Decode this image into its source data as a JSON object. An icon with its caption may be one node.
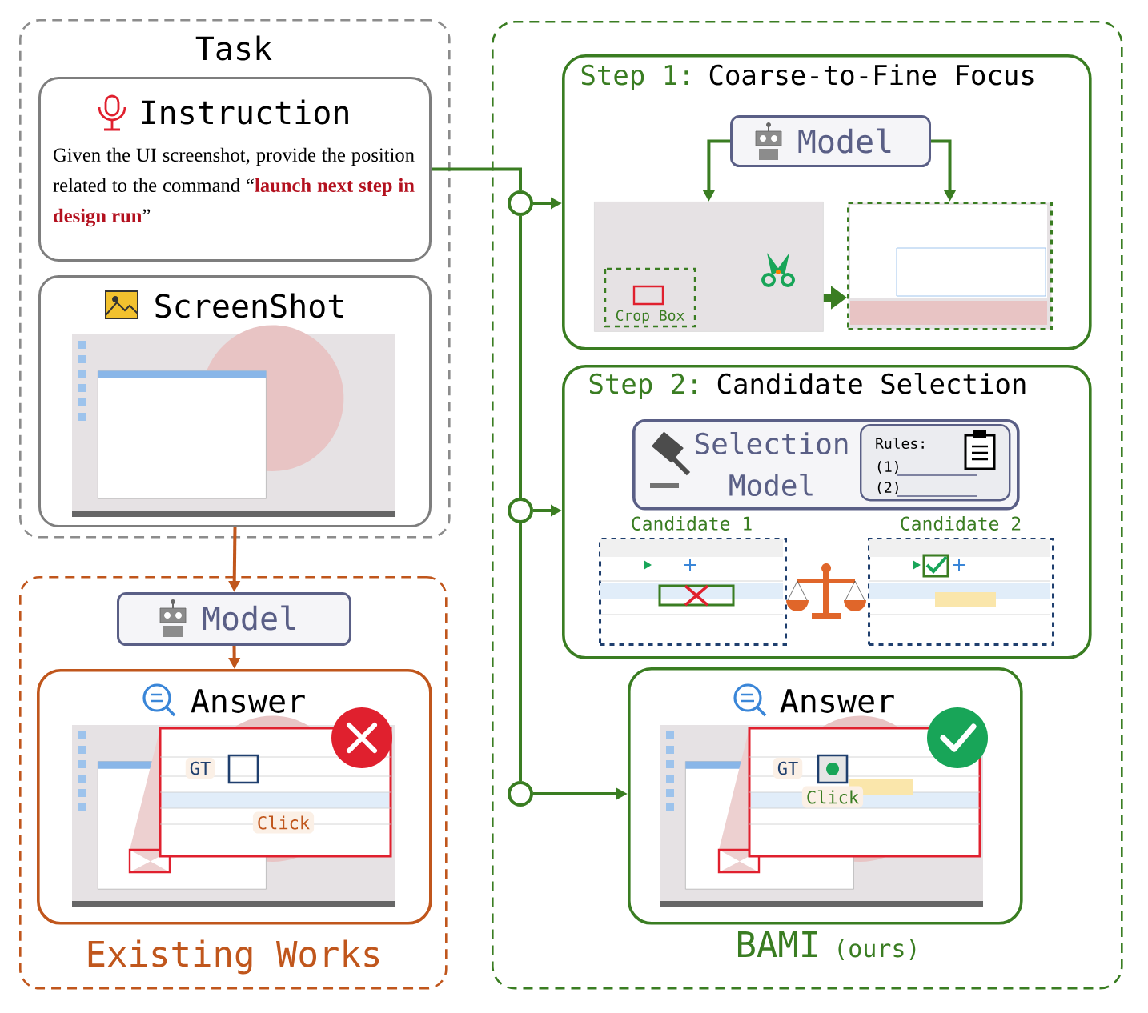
{
  "diagram": {
    "nodes": [
      {
        "text": [
          "Task"
        ]
      },
      {
        "text": [
          "Instruction",
          "Given the UI screenshot, provide the position related to the command “**launch next step in design run**”"
        ],
        "in": 0
      },
      {
        "text": [
          "ScreenShot"
        ],
        "in": 0
      },
      {
        "text": [
          "Existing Works"
        ]
      },
      {
        "text": [
          "Model"
        ],
        "in": 3
      },
      {
        "text": [
          "Answer"
        ],
        "in": 3
      },
      {
        "text": [
          "BAMI",
          "(ours)"
        ]
      },
      {
        "text": [
          "Step 1:",
          "Coarse-to-Fine Focus"
        ],
        "in": 6
      },
      {
        "text": [
          "Model"
        ],
        "in": 7
      },
      {
        "text": [],
        "shape": "picture",
        "in": 7
      },
      {
        "text": [],
        "shape": "picture",
        "in": 7
      },
      {
        "text": [
          "Step 2:",
          "Candidate Selection"
        ],
        "in": 6
      },
      {
        "text": [
          "Selection Model"
        ],
        "in": 11
      },
      {
        "text": [
          "Rules:",
          "(1)",
          "(2)"
        ],
        "in": 12
      },
      {
        "text": [
          "Candidate 1"
        ],
        "in": 11
      },
      {
        "text": [
          "Candidate 2"
        ],
        "in": 11
      },
      {
        "text": [
          "Answer"
        ],
        "in": 6
      },
      {
        "text": [],
        "shape": "circle",
        "in": 6
      },
      {
        "text": [],
        "shape": "circle",
        "in": 6
      },
      {
        "text": [],
        "shape": "circle",
        "in": 6
      }
    ],
    "edges": [
      {
        "from": 1,
        "to": 17,
        "arrow": "none"
      },
      {
        "from": 17,
        "to": 7,
        "arrow": "to"
      },
      {
        "from": 17,
        "to": 18,
        "arrow": "none"
      },
      {
        "from": 18,
        "to": 11,
        "arrow": "to"
      },
      {
        "from": 18,
        "to": 19,
        "arrow": "none"
      },
      {
        "from": 19,
        "to": 16,
        "arrow": "to"
      },
      {
        "from": 2,
        "to": 4,
        "arrow": "to",
        "color": "#c0561c"
      },
      {
        "from": 4,
        "to": 5,
        "arrow": "to",
        "color": "#c0561c"
      },
      {
        "from": 8,
        "to": 9,
        "arrow": "to"
      },
      {
        "from": 8,
        "to": 10,
        "arrow": "to"
      },
      {
        "from": 9,
        "to": 10,
        "arrow": "to",
        "style": "thick"
      }
    ],
    "labels": [
      "Crop Box",
      "GT",
      "Click",
      "GT",
      "Click"
    ]
  }
}
